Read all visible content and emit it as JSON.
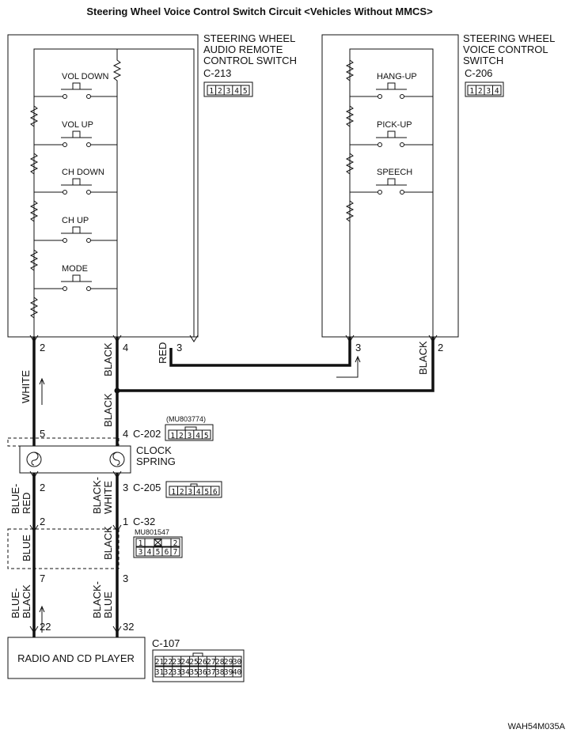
{
  "title": "Steering Wheel Voice Control Switch Circuit <Vehicles Without MMCS>",
  "footer_code": "WAH54M035A",
  "audio_switch": {
    "name_lines": [
      "STEERING WHEEL",
      "AUDIO REMOTE",
      "CONTROL SWITCH"
    ],
    "connector": "C-213",
    "pins": [
      "1",
      "2",
      "3",
      "4",
      "5"
    ],
    "switches": [
      "VOL DOWN",
      "VOL UP",
      "CH DOWN",
      "CH UP",
      "MODE"
    ]
  },
  "voice_switch": {
    "name_lines": [
      "STEERING WHEEL",
      "VOICE CONTROL",
      "SWITCH"
    ],
    "connector": "C-206",
    "pins": [
      "1",
      "2",
      "3",
      "4"
    ],
    "switches": [
      "HANG-UP",
      "PICK-UP",
      "SPEECH"
    ]
  },
  "wires": {
    "white": "WHITE",
    "black": "BLACK",
    "red": "RED",
    "blue_red": [
      "BLUE-",
      "RED"
    ],
    "black_white": [
      "BLACK-",
      "WHITE"
    ],
    "blue": "BLUE",
    "blue_black": [
      "BLUE-",
      "BLACK"
    ],
    "black_blue": [
      "BLACK-",
      "BLUE"
    ]
  },
  "pin_numbers": {
    "audio_left": "2",
    "audio_mid": "4",
    "audio_right": "3",
    "voice_left": "3",
    "voice_right": "2",
    "c202_left": "5",
    "c202_right": "4",
    "c205_left": "2",
    "c205_right": "3",
    "c32_left": "2",
    "c32_right": "1",
    "c32b_left": "7",
    "c32b_right": "3",
    "c107_left": "22",
    "c107_right": "32"
  },
  "c202": {
    "label": "C-202",
    "part": "(MU803774)",
    "pins": [
      "1",
      "2",
      "3",
      "4",
      "5"
    ]
  },
  "clock_spring": [
    "CLOCK",
    "SPRING"
  ],
  "c205": {
    "label": "C-205",
    "pins": [
      "1",
      "2",
      "3",
      "4",
      "5",
      "6"
    ]
  },
  "c32": {
    "label": "C-32",
    "part": "MU801547",
    "top_pins": [
      "1",
      "2"
    ],
    "bottom_pins": [
      "3",
      "4",
      "5",
      "6",
      "7"
    ]
  },
  "radio": {
    "label": "RADIO AND CD PLAYER",
    "connector": "C-107",
    "top_pins": [
      "21",
      "22",
      "23",
      "24",
      "25",
      "26",
      "27",
      "28",
      "29",
      "30"
    ],
    "bottom_pins": [
      "31",
      "32",
      "33",
      "34",
      "35",
      "36",
      "37",
      "38",
      "39",
      "40"
    ]
  }
}
